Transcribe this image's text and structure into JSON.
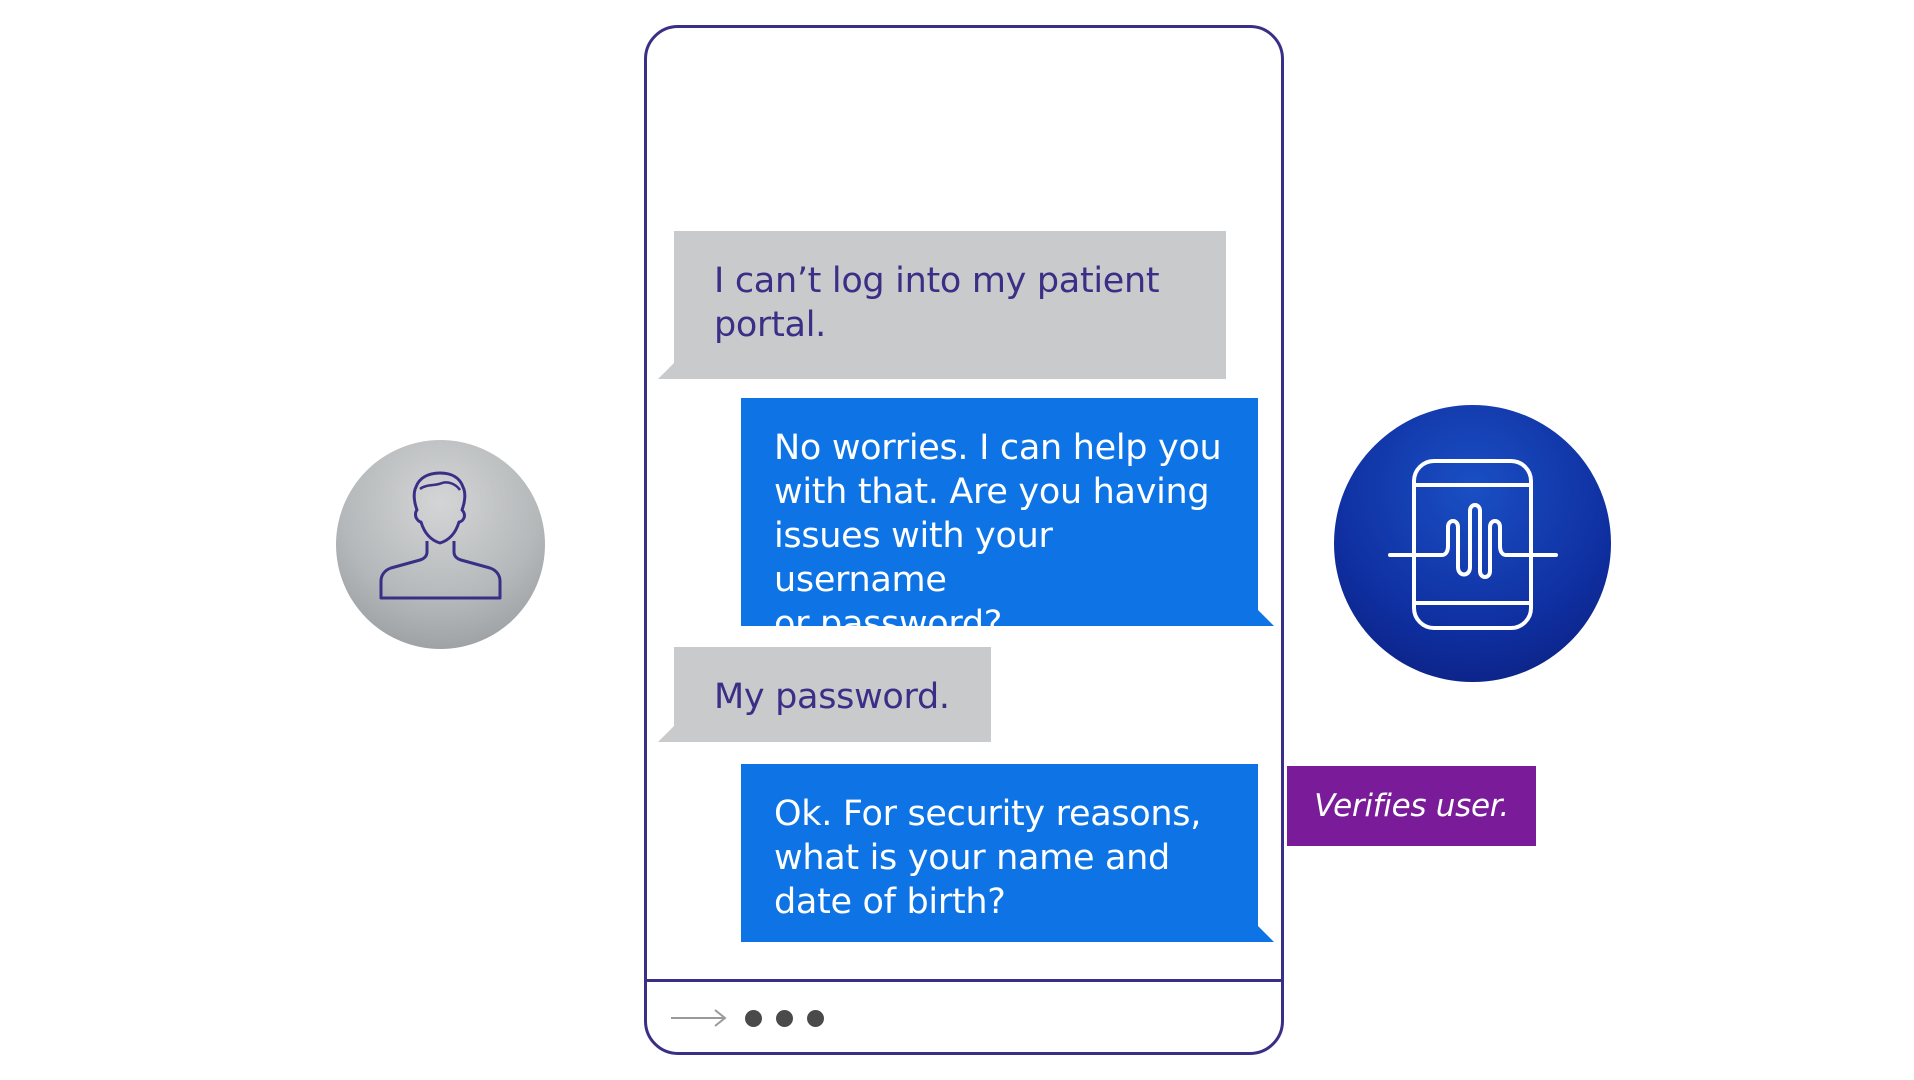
{
  "conversation": {
    "messages": [
      {
        "sender": "user",
        "text": "I can’t log into my patient\nportal."
      },
      {
        "sender": "bot",
        "text": "No worries. I can help you\nwith that. Are you having\nissues with your username\nor password?"
      },
      {
        "sender": "user",
        "text": "My password."
      },
      {
        "sender": "bot",
        "text": "Ok. For security reasons,\nwhat is your name and\ndate of birth?"
      }
    ]
  },
  "annotation": {
    "text": "Verifies user."
  },
  "icons": {
    "user_avatar": "person-outline-icon",
    "bot_avatar": "phone-voice-wave-icon",
    "footer_arrow": "arrow-right-icon",
    "typing_indicator": "typing-dots-icon"
  },
  "colors": {
    "frame": "#3a2f86",
    "user_bubble": "#c8cacb",
    "user_text": "#3a2f86",
    "bot_bubble": "#0e74e6",
    "bot_text": "#ffffff",
    "annotation_bg": "#7a1c9a",
    "bot_avatar_bg": "#0f2fa0",
    "user_avatar_bg": "#b5b8ba"
  }
}
